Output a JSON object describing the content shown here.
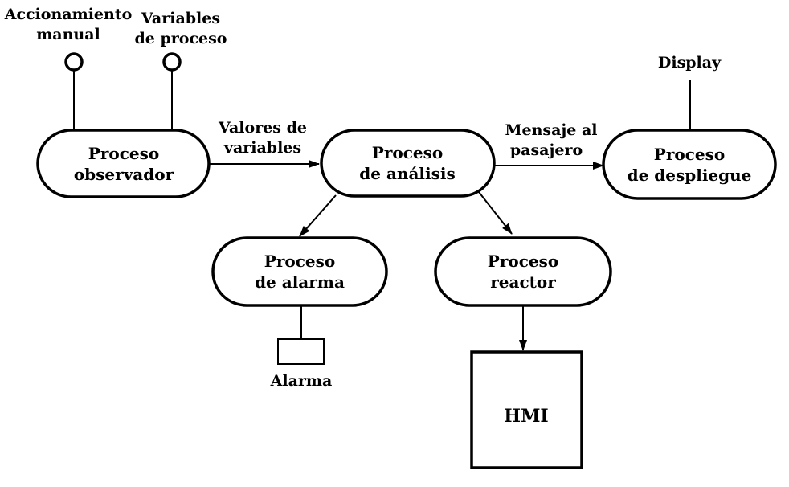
{
  "colors": {
    "stroke": "#000000",
    "background": "#ffffff"
  },
  "nodes": {
    "observador": {
      "line1": "Proceso",
      "line2": "observador"
    },
    "analisis": {
      "line1": "Proceso",
      "line2": "de análisis"
    },
    "despliegue": {
      "line1": "Proceso",
      "line2": "de despliegue"
    },
    "alarma": {
      "line1": "Proceso",
      "line2": "de alarma"
    },
    "reactor": {
      "line1": "Proceso",
      "line2": "reactor"
    }
  },
  "inputs": {
    "accionamiento": {
      "line1": "Accionamiento",
      "line2": "manual"
    },
    "variables": {
      "line1": "Variables",
      "line2": "de proceso"
    }
  },
  "edge_labels": {
    "valores": {
      "line1": "Valores de",
      "line2": "variables"
    },
    "mensaje": {
      "line1": "Mensaje al",
      "line2": "pasajero"
    }
  },
  "outputs": {
    "display": "Display",
    "alarma": "Alarma",
    "hmi": "HMI"
  }
}
